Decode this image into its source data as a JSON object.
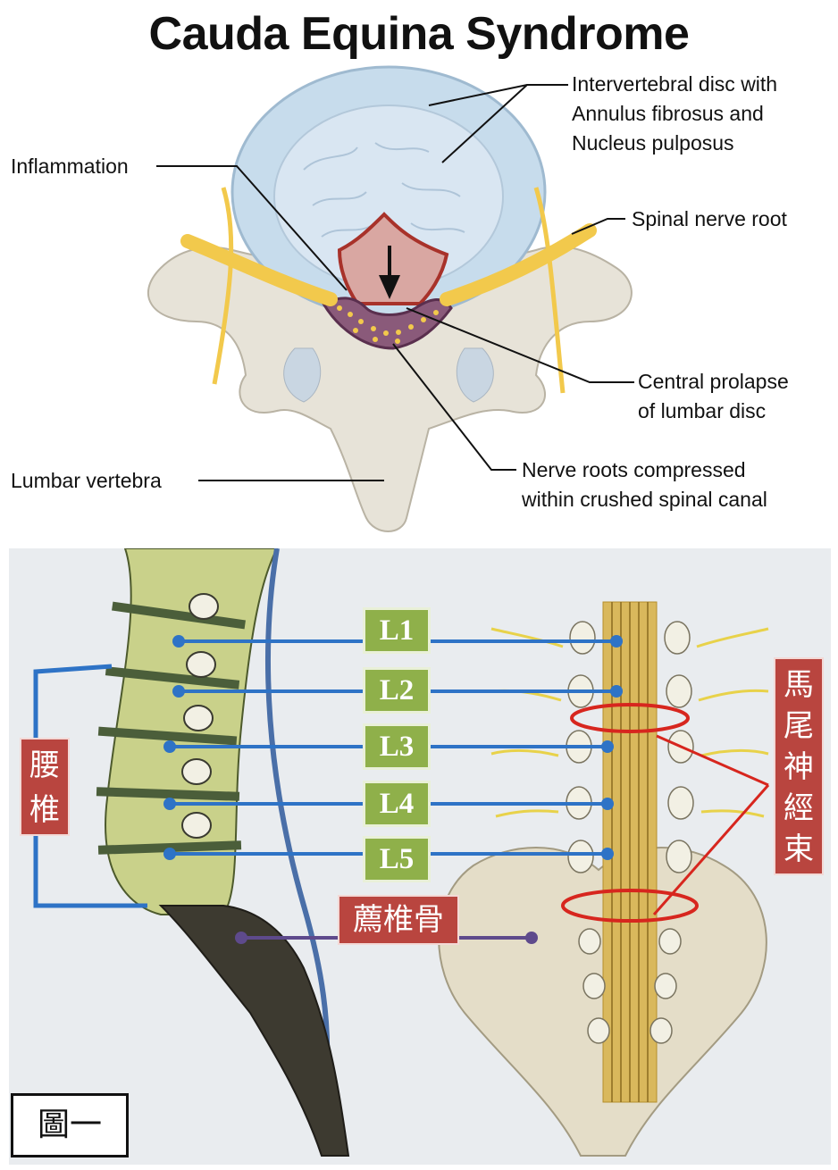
{
  "title": "Cauda Equina Syndrome",
  "top_labels": {
    "disc": [
      "Intervertebral disc with",
      "Annulus fibrosus and",
      "Nucleus pulposus"
    ],
    "inflammation": "Inflammation",
    "nerve_root": "Spinal nerve root",
    "prolapse": [
      "Central prolapse",
      "of lumbar disc"
    ],
    "vertebra": "Lumbar vertebra",
    "compressed": [
      "Nerve roots compressed",
      "within crushed spinal canal"
    ]
  },
  "bottom": {
    "levels": [
      "L1",
      "L2",
      "L3",
      "L4",
      "L5"
    ],
    "lumbar": [
      "腰",
      "椎"
    ],
    "sacrum": "薦椎骨",
    "cauda": [
      "馬",
      "尾",
      "神",
      "經",
      "束"
    ],
    "figure": "圖一"
  },
  "colors": {
    "disc_blue": "#c7dcec",
    "bone": "#e7e3d8",
    "nerve_yellow": "#f2c94c",
    "inflammation_red": "#a8322a",
    "guide_blue": "#2e73c6",
    "level_green": "#8fb04a",
    "label_red": "#b9453f",
    "sacrum_purple": "#5e4a8c"
  }
}
